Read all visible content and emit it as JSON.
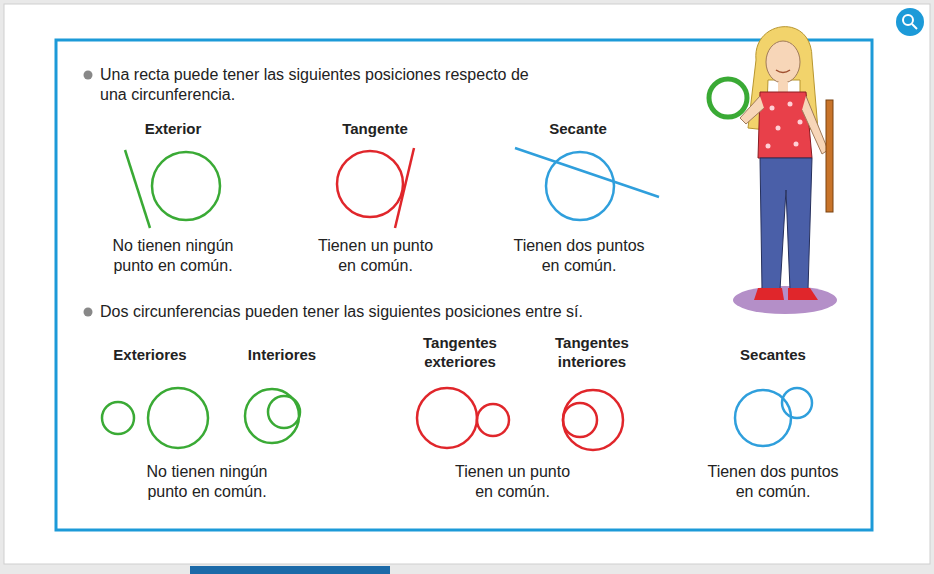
{
  "diagram": {
    "labels": [
      "Una recta puede tener las siguientes posiciones respecto de una circunferencia.",
      "Exterior",
      "Tangente",
      "Secante",
      "No tienen ningún punto en común.",
      "Tienen un punto en común.",
      "Tienen dos puntos en común.",
      "Dos circunferencias pueden tener las siguientes posiciones entre sí.",
      "Exteriores",
      "Interiores",
      "Tangentes exteriores",
      "Tangentes interiores",
      "Secantes",
      "No tienen ningún punto en común.",
      "Tienen un punto en común.",
      "Tienen dos puntos en común."
    ]
  }
}
